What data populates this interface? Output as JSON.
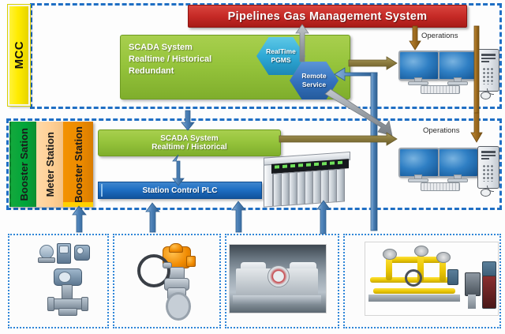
{
  "diagram": {
    "title_banner": "Pipelines  Gas Management  System",
    "zones": {
      "mcc": {
        "label": "MCC"
      },
      "station": {
        "tabs": [
          {
            "label": "Booster Sation",
            "color": "#00a63a"
          },
          {
            "label": "Meter Station",
            "color": "#ffcf95"
          },
          {
            "label": "Booster  Station",
            "color": "#ed8b00"
          }
        ]
      },
      "field": {
        "sections": [
          {
            "label": "Instrumentation"
          },
          {
            "label": "Valves"
          },
          {
            "label": "Compressor"
          },
          {
            "label": "Metering"
          }
        ]
      }
    },
    "boxes": {
      "scada_top": {
        "line1": "SCADA System",
        "line2": "Realtime / Historical",
        "line3": "Redundant",
        "color": "#96c43c"
      },
      "scada_mid": {
        "line1": "SCADA System",
        "line2": "Realtime / Historical",
        "color": "#96c43c"
      },
      "plc_bar": {
        "label": "Station Control PLC",
        "color": "#1f6fc4"
      }
    },
    "hexagons": [
      {
        "name": "realtime-pgms",
        "line1": "RealTime",
        "line2": "PGMS",
        "color": "#2fa9d6"
      },
      {
        "name": "remote-service",
        "line1": "Remote",
        "line2": "Service",
        "color": "#3573bf"
      }
    ],
    "labels": {
      "operations_top": "Operations",
      "operations_mid": "Operations"
    },
    "colors": {
      "banner_red": "#c62a26",
      "scada_green": "#96c43c",
      "plc_blue": "#1f6fc4",
      "tab_yellow": "#ffeb00",
      "zone_dash_blue": "#1f6fc4",
      "hex_cyan": "#2fa9d6",
      "hex_blue": "#3573bf",
      "arrow_blue": "#4a7fb5",
      "arrow_olive": "#8a7a3d",
      "arrow_gray": "#8f949a",
      "arrow_brown": "#9c6a1e"
    }
  }
}
